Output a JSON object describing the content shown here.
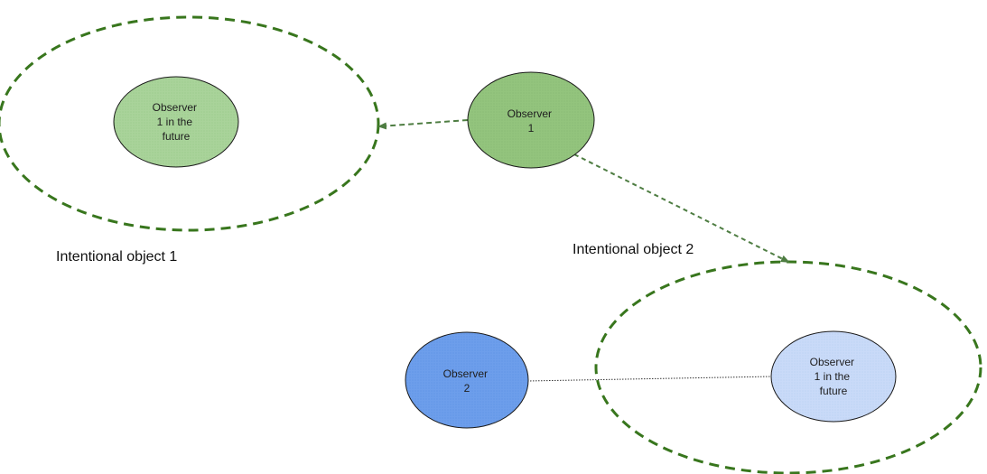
{
  "diagram": {
    "colors": {
      "group_outline": "#38761d",
      "arrow": "#4e7d42",
      "node_green_fill": "#93c47d",
      "node_green_fill_light": "#a9d39a",
      "node_blue_fill": "#6d9eeb",
      "node_blue_light_fill": "#c9daf8",
      "node_outline": "#1a1a1a",
      "connector": "#333333"
    },
    "groups": [
      {
        "id": "intentional-object-1",
        "label": "Intentional object 1"
      },
      {
        "id": "intentional-object-2",
        "label": "Intentional object 2"
      }
    ],
    "nodes": [
      {
        "id": "future-observer-1a",
        "lines": [
          "Observer",
          "1 in the",
          "future"
        ],
        "fill": "green-light"
      },
      {
        "id": "observer-1",
        "lines": [
          "Observer",
          "1"
        ],
        "fill": "green"
      },
      {
        "id": "observer-2",
        "lines": [
          "Observer",
          "2"
        ],
        "fill": "blue"
      },
      {
        "id": "future-observer-1b",
        "lines": [
          "Observer",
          "1 in the",
          "future"
        ],
        "fill": "blue-light"
      }
    ],
    "edges": [
      {
        "from": "observer-1",
        "to": "intentional-object-1",
        "style": "dashed-arrow"
      },
      {
        "from": "observer-1",
        "to": "intentional-object-2",
        "style": "dashed-arrow"
      },
      {
        "from": "observer-2",
        "to": "future-observer-1b",
        "style": "dotted-line"
      }
    ]
  }
}
